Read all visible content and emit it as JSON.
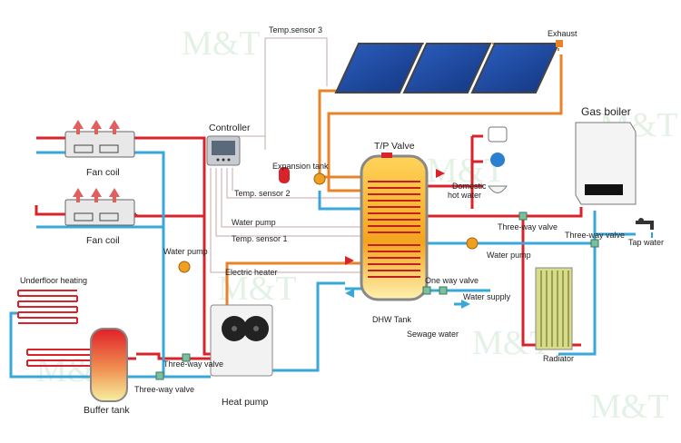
{
  "watermark": "M&T",
  "labels": {
    "temp_sensor_3": "Temp.sensor 3",
    "exhaust": "Exhaust",
    "controller": "Controller",
    "gas_boiler": "Gas boiler",
    "tp_valve": "T/P Valve",
    "expansion_tank": "Expansion tank",
    "domestic_hot_water": "Domestic\nhot water",
    "fan_coil_top": "Fan coil",
    "fan_coil_bottom": "Fan coil",
    "temp_sensor_2": "Temp. sensor 2",
    "water_pump_left": "Water pump",
    "water_pump_center": "Water pump",
    "water_pump_right": "Water pump",
    "temp_sensor_1": "Temp. sensor 1",
    "three_way_valve_boiler": "Three-way valve",
    "three_way_valve_right": "Three-way valve",
    "tap_water": "Tap water",
    "electric_heater": "Electric heater",
    "one_way_valve": "One way valve",
    "water_supply": "Water supply",
    "underfloor_heating": "Underfloor heating",
    "dhw_tank": "DHW Tank",
    "sewage_water": "Sewage water",
    "three_way_valve_heatpump": "Three-way valve",
    "three_way_valve_buffer": "Three-way valve",
    "radiator": "Radiator",
    "heat_pump": "Heat pump",
    "buffer_tank": "Buffer tank"
  },
  "colors": {
    "hot_pipe": "#d8232a",
    "cold_pipe": "#3aa7d9",
    "solar_pipe": "#e8832a",
    "sensor_wire": "#c9a7a7",
    "tank_fill": "#f0a020",
    "solar_panel": "#1f4aa0",
    "radiator": "#c8d080"
  }
}
